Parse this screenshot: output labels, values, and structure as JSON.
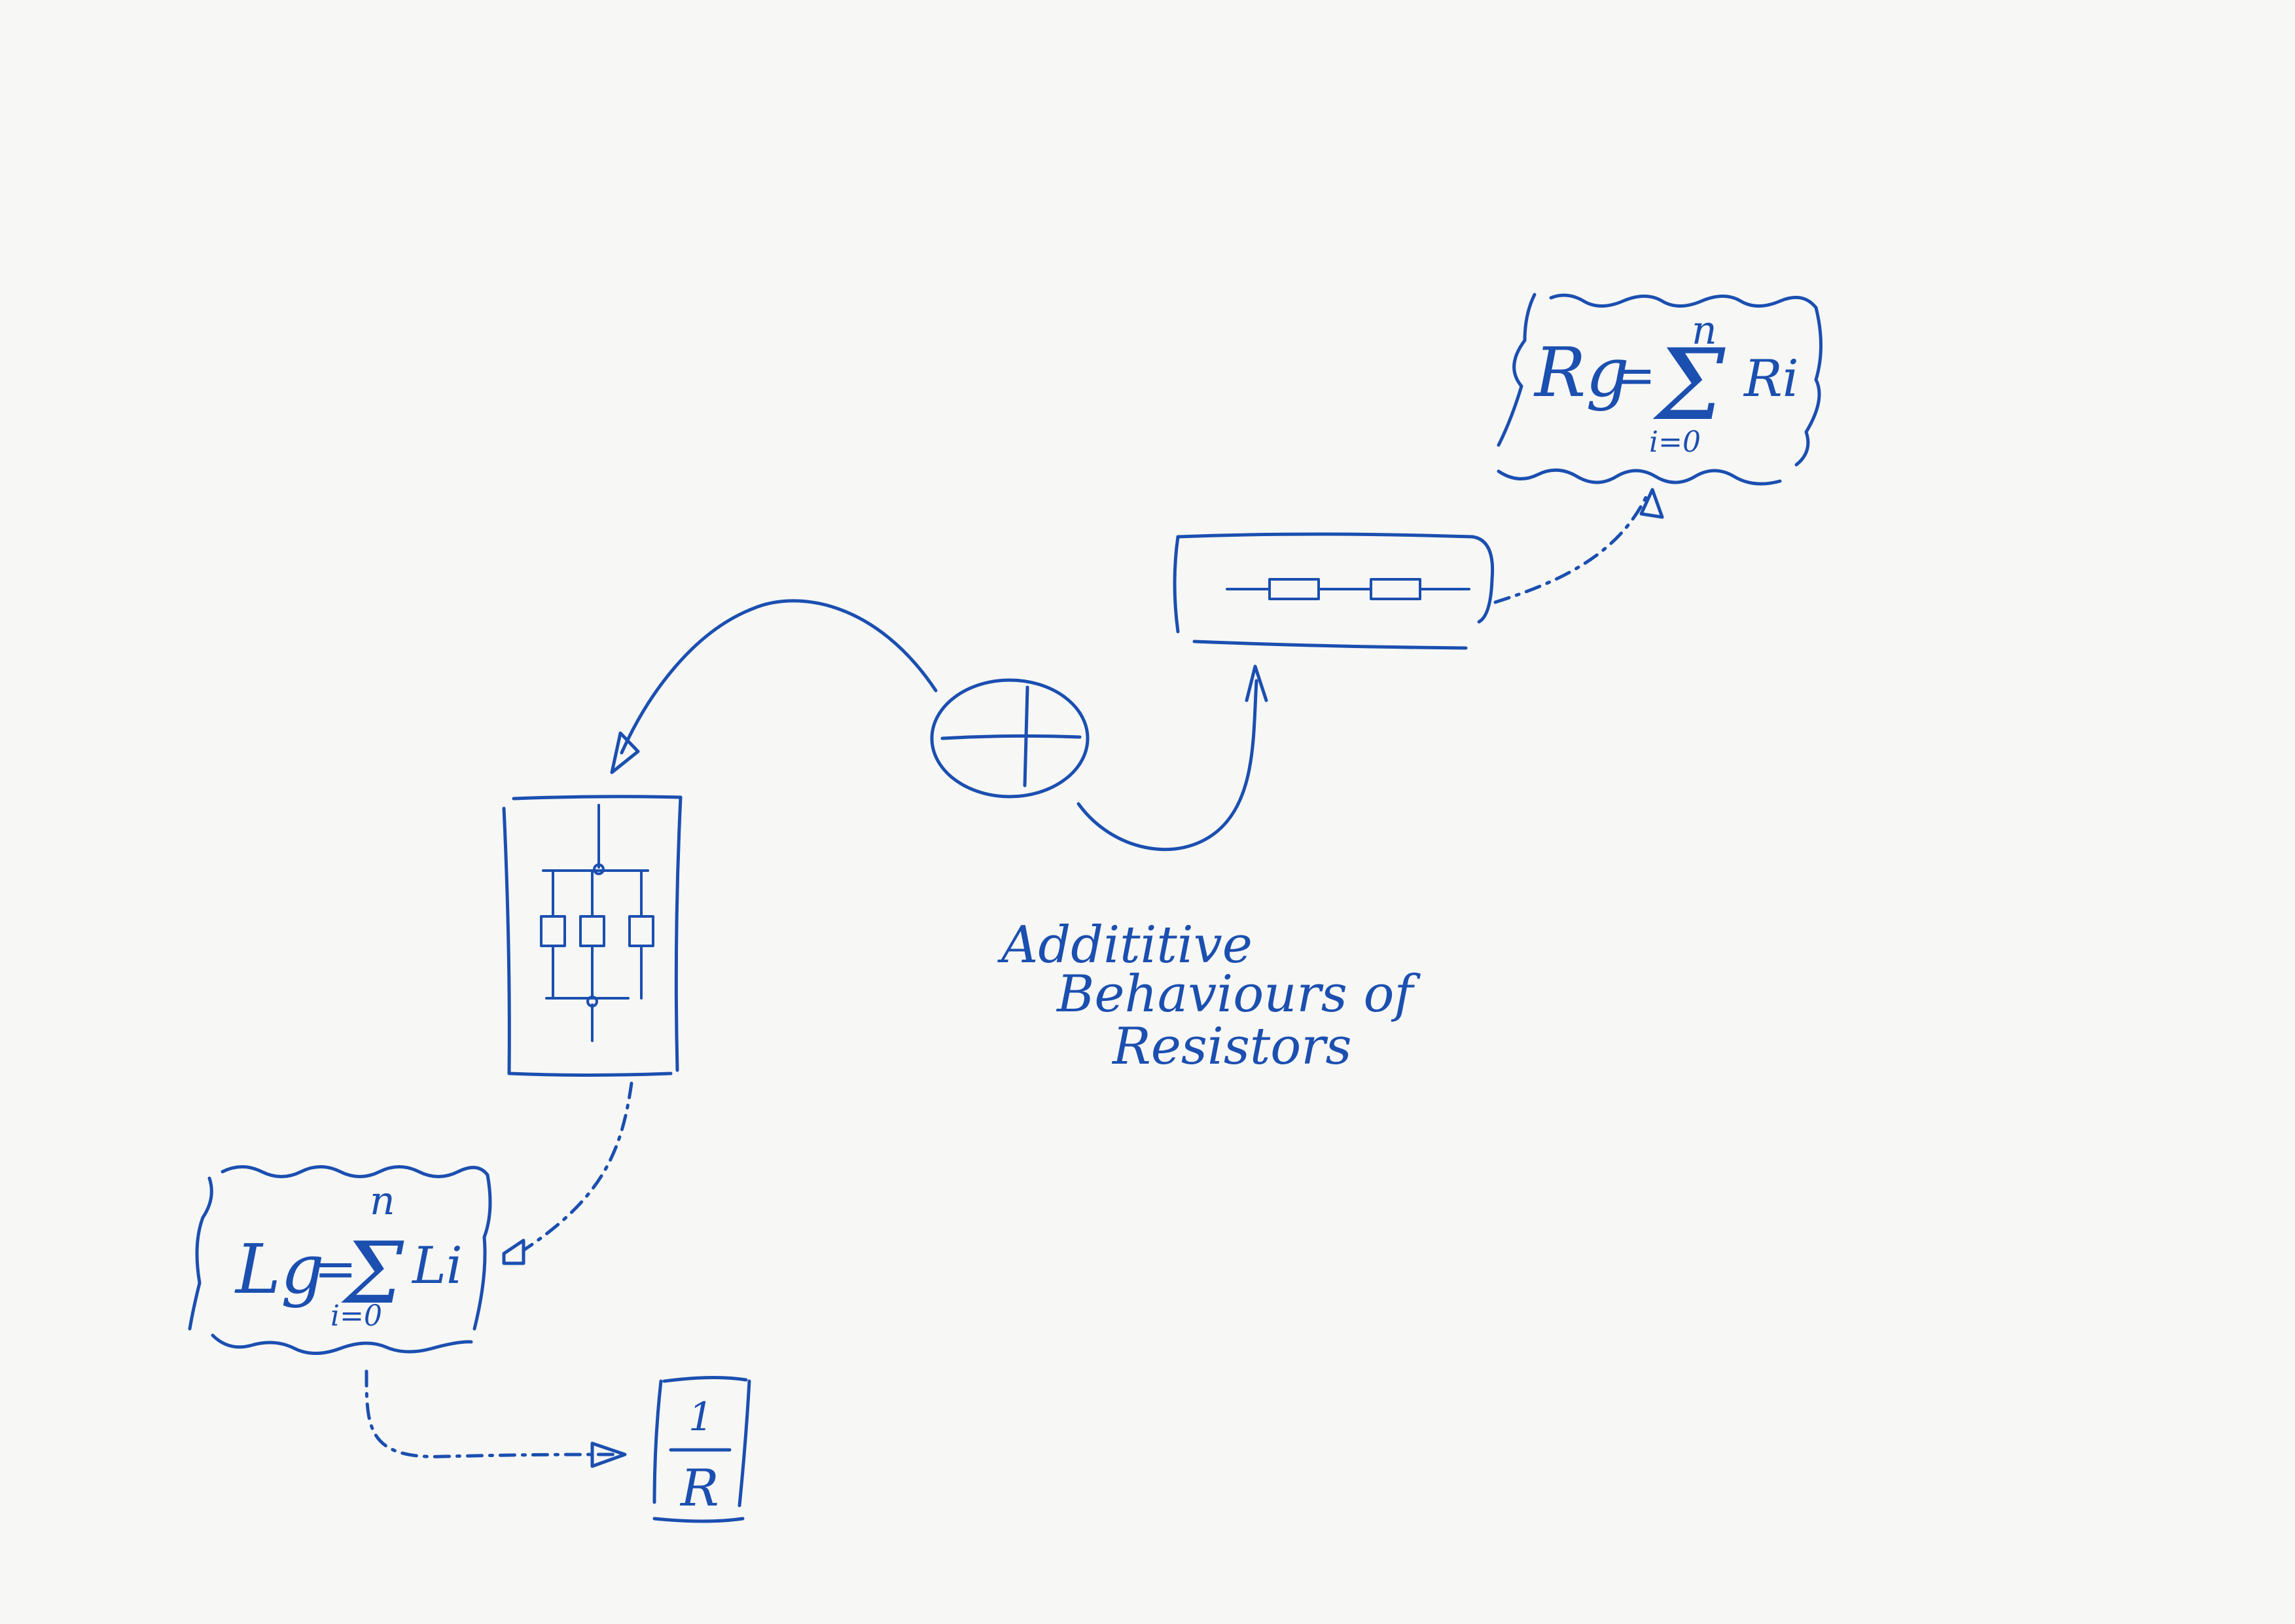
{
  "caption": {
    "line1": "Addititive",
    "line2": "Behaviours of",
    "line3": "Resistors"
  },
  "series_formula": {
    "lhs": "Rg",
    "eq": "=",
    "sigma": "Σ",
    "upper": "n",
    "lower": "i=0",
    "term": "Ri"
  },
  "parallel_formula": {
    "lhs": "Lg",
    "eq": "=",
    "sigma": "Σ",
    "upper": "n",
    "lower": "i=0",
    "term": "Li"
  },
  "inverse_box": {
    "numerator": "1",
    "denominator": "R"
  },
  "add_node": {
    "symbol": "+"
  },
  "colors": {
    "ink": "#1b4fb0",
    "paper": "#f7f7f5"
  }
}
